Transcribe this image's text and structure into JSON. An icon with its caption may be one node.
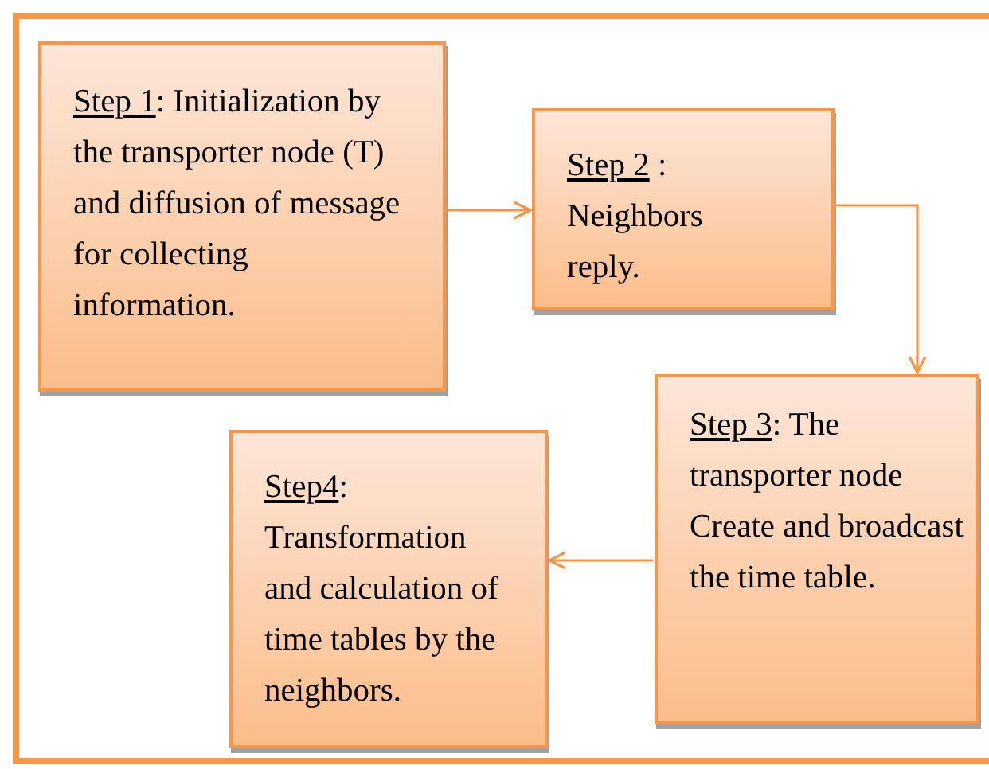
{
  "diagram": {
    "nodes": [
      {
        "text": [
          "Step 1",
          ": Initialization by the transporter node (T) and diffusion of message for collecting information."
        ]
      },
      {
        "text": [
          "Step 2",
          " : Neighbors reply."
        ]
      },
      {
        "text": [
          "Step 3",
          ": The transporter node Create and broadcast the time table."
        ]
      },
      {
        "text": [
          "Step4",
          ": Transformation and calculation of time tables by the neighbors."
        ]
      }
    ],
    "edges": [
      {
        "from": 0,
        "to": 1,
        "arrow": "to"
      },
      {
        "from": 1,
        "to": 2,
        "arrow": "to"
      },
      {
        "from": 2,
        "to": 3,
        "arrow": "to"
      }
    ]
  }
}
